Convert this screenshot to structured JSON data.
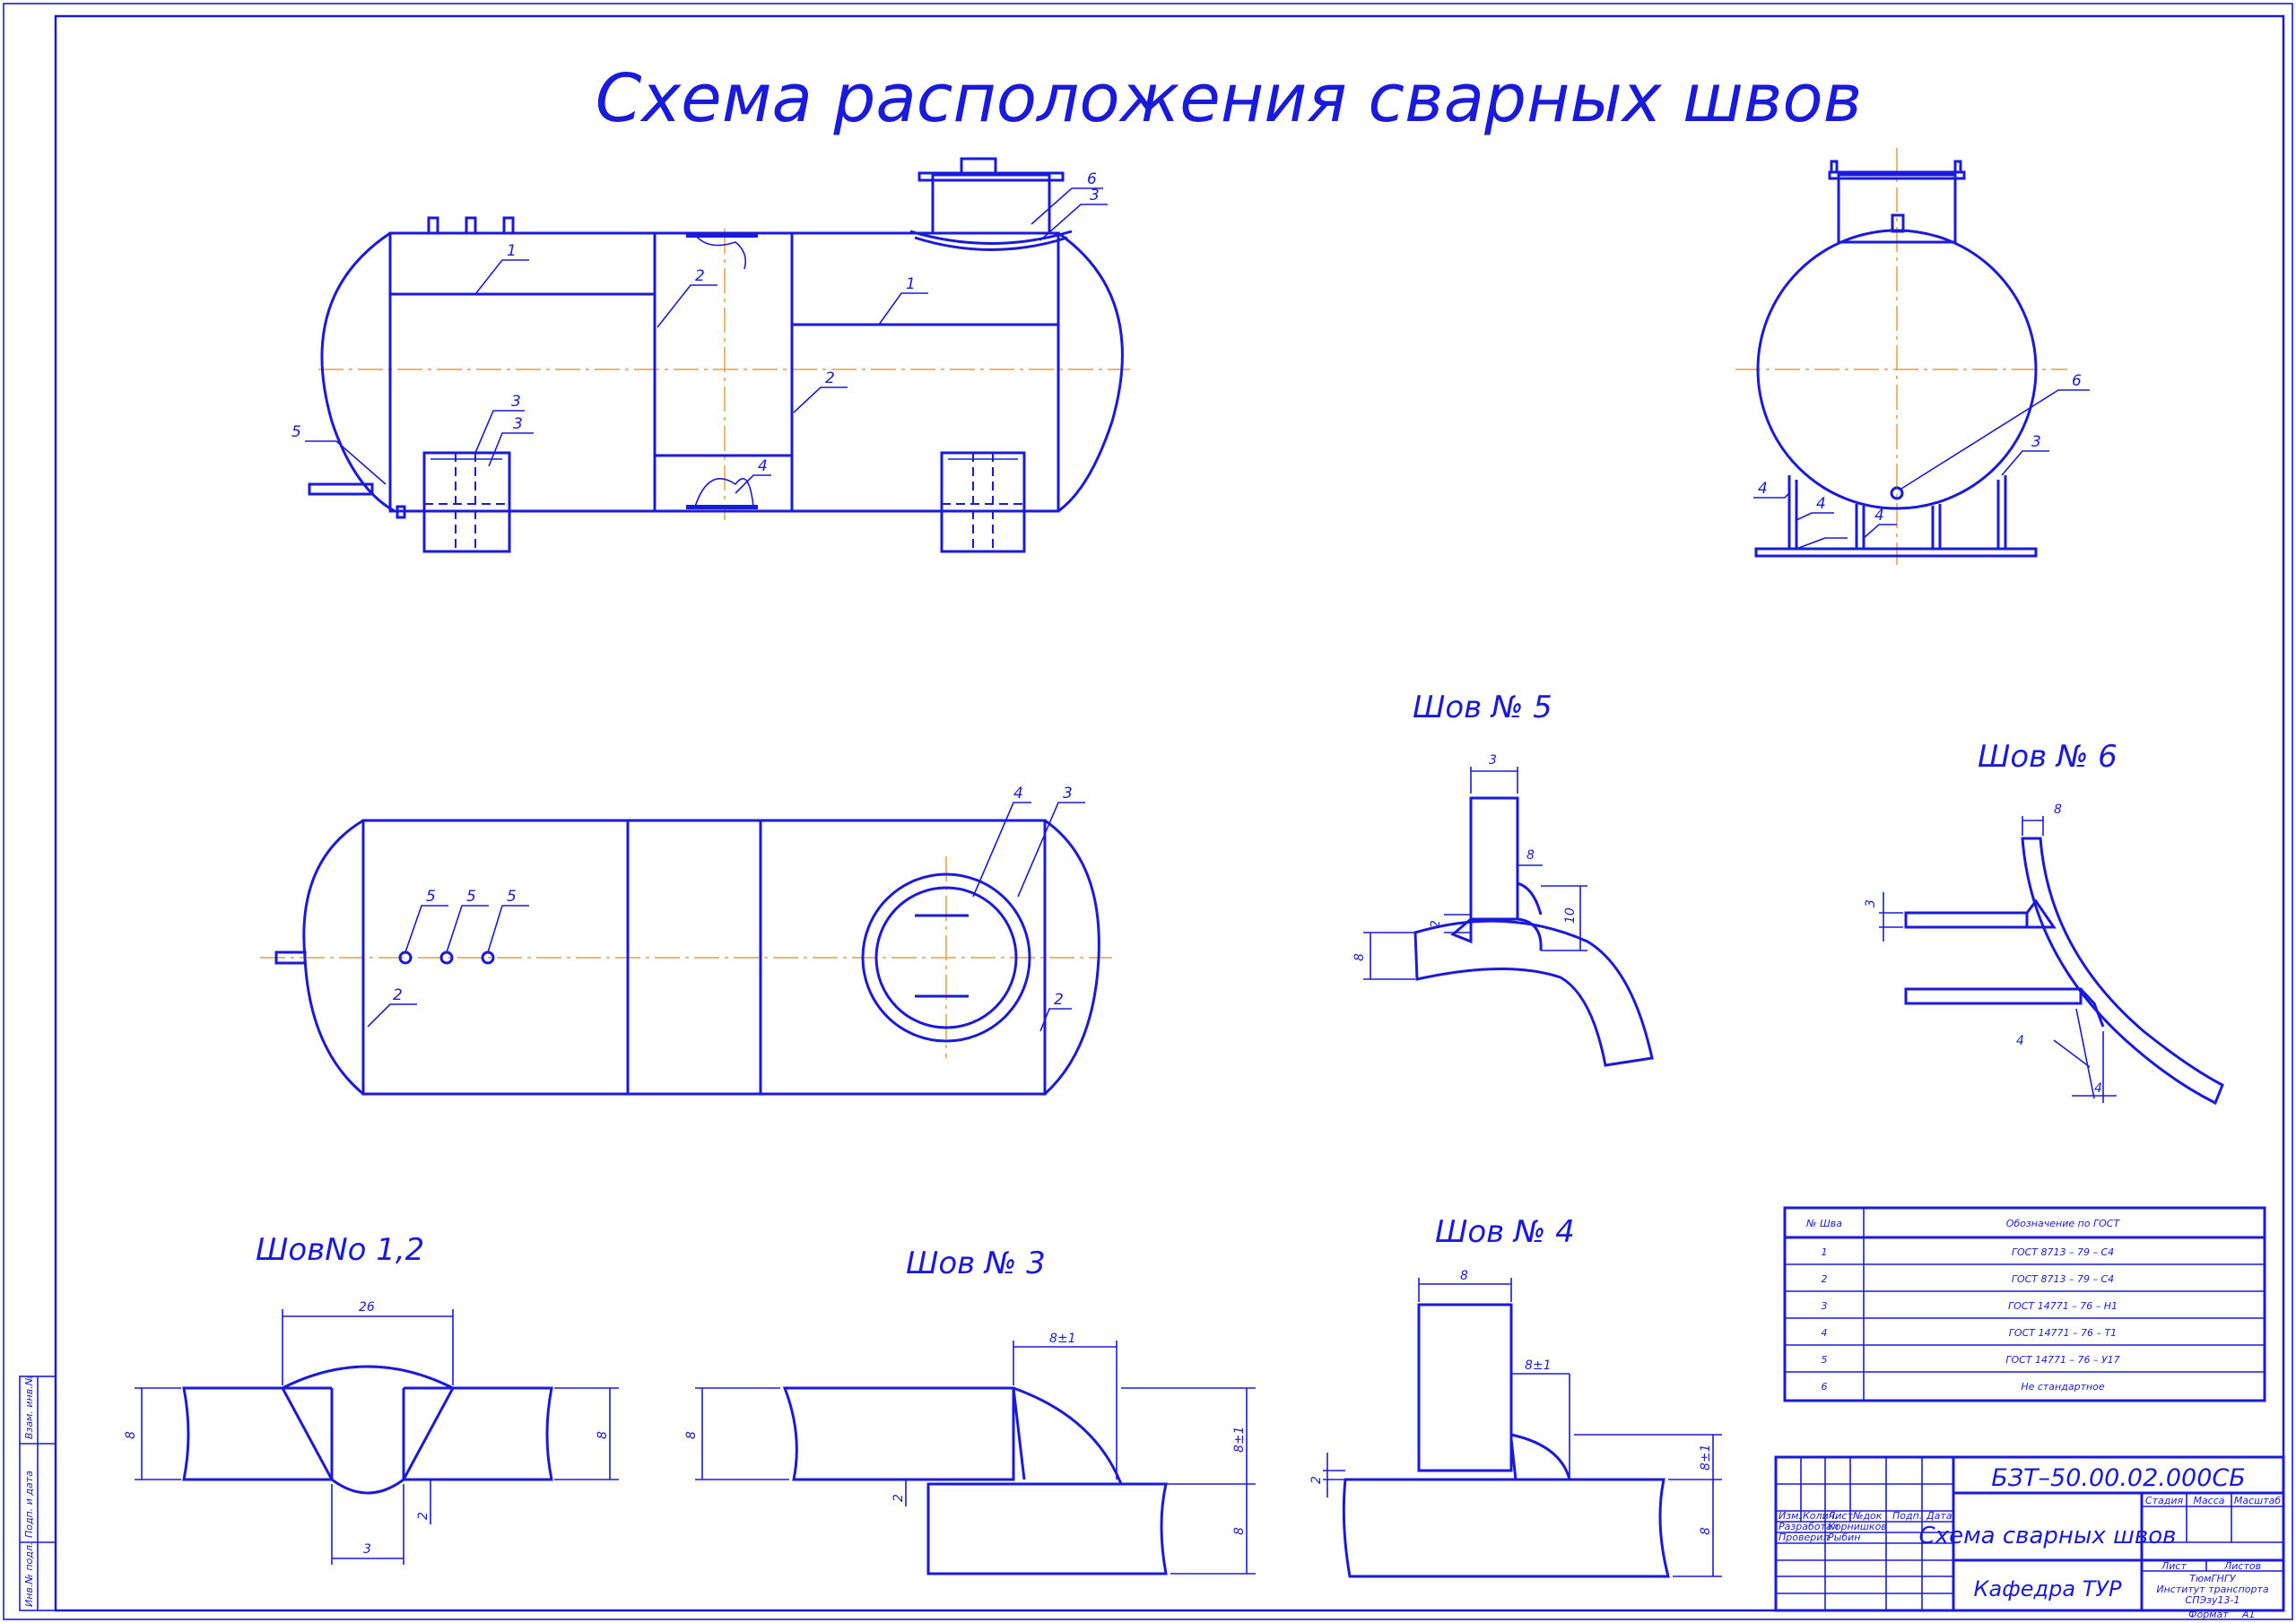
{
  "title": "Схема расположения сварных швов",
  "seam_titles": {
    "s5": "Шов № 5",
    "s6": "Шов № 6",
    "s12": "ШовNo 1,2",
    "s3": "Шов № 3",
    "s4": "Шов № 4"
  },
  "callouts": {
    "front": [
      "1",
      "2",
      "1",
      "2",
      "3",
      "3",
      "5",
      "6",
      "3",
      "4"
    ],
    "side": [
      "6",
      "3",
      "4",
      "4",
      "4"
    ],
    "top": [
      "5",
      "5",
      "5",
      "4",
      "3",
      "2",
      "2"
    ]
  },
  "dimensions": {
    "s5": [
      "3",
      "8",
      "10",
      "2",
      "8"
    ],
    "s6": [
      "8",
      "3",
      "4",
      "4"
    ],
    "s12": [
      "26",
      "8",
      "8",
      "3",
      "2"
    ],
    "s3": [
      "8±1",
      "8",
      "8±1",
      "2",
      "8"
    ],
    "s4": [
      "8",
      "8±1",
      "8±1",
      "2",
      "8"
    ]
  },
  "seam_table": {
    "headers": [
      "№ Шва",
      "Обозначение по ГОСТ"
    ],
    "rows": [
      [
        "1",
        "ГОСТ 8713 – 79 – С4"
      ],
      [
        "2",
        "ГОСТ 8713 – 79 – С4"
      ],
      [
        "3",
        "ГОСТ 14771 – 76 – Н1"
      ],
      [
        "4",
        "ГОСТ 14771 – 76 – Т1"
      ],
      [
        "5",
        "ГОСТ 14771 – 76 – У17"
      ],
      [
        "6",
        "Не стандартное"
      ]
    ]
  },
  "title_block": {
    "code": "БЗТ–50.00.02.000СБ",
    "name": "Схема сварных швов",
    "dept": "Кафедра ТУР",
    "col_heads": [
      "Изм.",
      "Колич.",
      "Лист",
      "№док",
      "Подп.",
      "Дата"
    ],
    "roles": [
      [
        "Разработал",
        "Корнишков"
      ],
      [
        "Проверил",
        "Рыбин"
      ]
    ],
    "stage_heads": [
      "Стадия",
      "Масса",
      "Масштаб"
    ],
    "sheet_heads": [
      "Лист",
      "Листов"
    ],
    "org_lines": [
      "ТюмГНГУ",
      "Институт транспорта",
      "СПЭзу13-1"
    ],
    "format_label": "Формат",
    "format_value": "A1"
  },
  "side_stamp": [
    "Инв.№ подл.",
    "Подп. и дата",
    "Взам. инв.№"
  ]
}
